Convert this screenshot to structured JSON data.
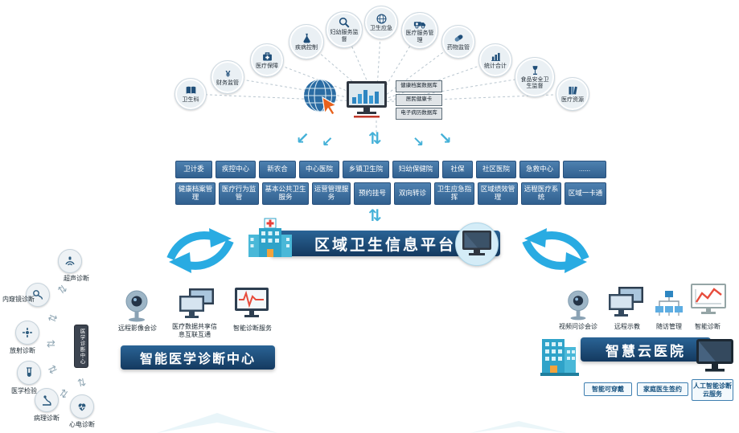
{
  "top_departments": [
    "卫生科",
    "财务监管",
    "医疗保障",
    "疾病控制",
    "妇幼服务监督",
    "卫生应急",
    "医疗服务管理",
    "药物监管",
    "统计合计",
    "食品安全卫生监督",
    "医疗资源"
  ],
  "hub": {
    "databases": [
      "健康档案数据库",
      "居民健康卡",
      "电子病历数据库"
    ]
  },
  "org_row": [
    "卫计委",
    "疾控中心",
    "新农合",
    "中心医院",
    "乡镇卫生院",
    "妇幼保健院",
    "社保",
    "社区医院",
    "急救中心",
    "......"
  ],
  "service_row": [
    "健康档案管理",
    "医疗行为监管",
    "基本公共卫生服务",
    "运营管理服务",
    "预约挂号",
    "双向转诊",
    "卫生应急指挥",
    "区域绩效管理",
    "远程医疗系统",
    "区域一卡通"
  ],
  "platform": {
    "title": "区域卫生信息平台"
  },
  "diagnosis_center": {
    "title": "智能医学诊断中心",
    "device": "医学诊断中心",
    "satellites": [
      "超声诊断",
      "内窥镜诊断",
      "放射诊断",
      "医学检验",
      "病理诊断",
      "心电诊断"
    ],
    "services": [
      "远程影像会诊",
      "医疗数据共享信息互联互通",
      "智能诊断服务"
    ]
  },
  "cloud_hospital": {
    "title": "智慧云医院",
    "services": [
      "视频问诊会诊",
      "远程示教",
      "随访管理",
      "智能诊断"
    ],
    "chips": [
      "智能可穿戴",
      "家庭医生签约",
      "人工智能诊断云服务"
    ]
  },
  "glyphs": {
    "sw": "↙",
    "se": "↘",
    "v": "⇅",
    "h": "⇄"
  },
  "colors": {
    "accent_teal": "#29abe2",
    "button_blue": "#3a6d9e",
    "banner_navy": "#1b4f7e",
    "icon_navy": "#1f4e79"
  }
}
